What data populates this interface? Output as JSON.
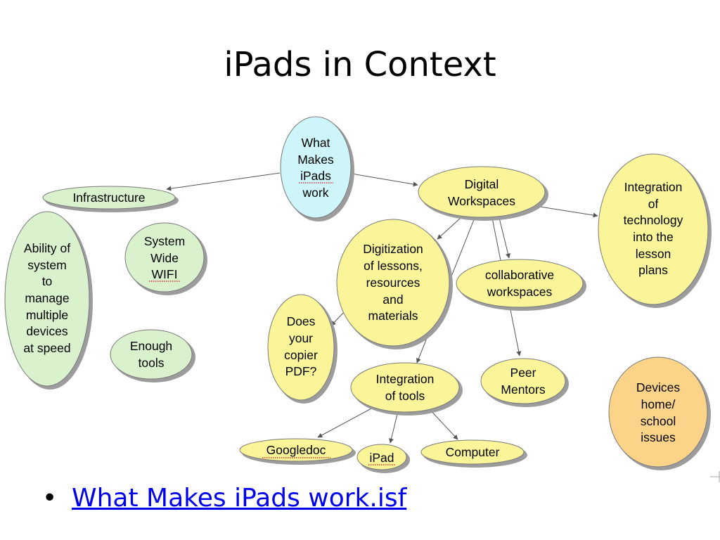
{
  "slide": {
    "title": "iPads in Context",
    "bullet_symbol": "•",
    "link_text": "What Makes iPads work.isf"
  },
  "colors": {
    "blue_node": "#cdf5fa",
    "green_node": "#d9f1cd",
    "yellow_node": "#fbf59a",
    "orange_node": "#fbd48a",
    "node_stroke": "#7a7a7a",
    "shadow": "#9c9c9c",
    "edge": "#555555",
    "link": "#0000ee"
  },
  "nodes": {
    "what_makes": [
      "What",
      "Makes",
      "iPads",
      "work"
    ],
    "infrastructure": [
      "Infrastructure"
    ],
    "ability": [
      "Ability of",
      "system",
      "to",
      "manage",
      "multiple",
      "devices",
      "at speed"
    ],
    "system_wifi": [
      "System",
      "Wide",
      "WIFI"
    ],
    "enough_tools": [
      "Enough",
      "tools"
    ],
    "digital_workspaces": [
      "Digital",
      "Workspaces"
    ],
    "integration_tech": [
      "Integration",
      "of",
      "technology",
      "into the",
      "lesson",
      "plans"
    ],
    "digitization": [
      "Digitization",
      "of lessons,",
      "resources",
      "and",
      "materials"
    ],
    "collaborative": [
      "collaborative",
      "workspaces"
    ],
    "copier": [
      "Does",
      "your",
      "copier",
      "PDF?"
    ],
    "integration_tools": [
      "Integration",
      "of tools"
    ],
    "peer_mentors": [
      "Peer",
      "Mentors"
    ],
    "devices_home": [
      "Devices",
      "home/",
      "school",
      "issues"
    ],
    "googledoc": [
      "Googledoc"
    ],
    "ipad": [
      "iPad"
    ],
    "computer": [
      "Computer"
    ]
  }
}
